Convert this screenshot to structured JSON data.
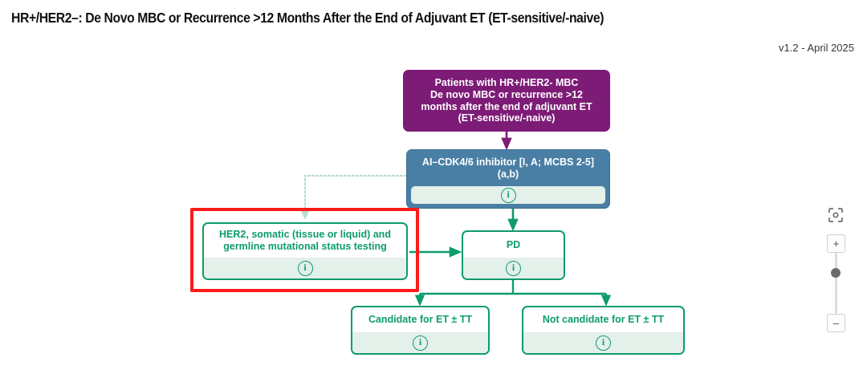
{
  "header": {
    "title": "HR+/HER2–: De Novo MBC or Recurrence >12 Months After the End of Adjuvant ET (ET-sensitive/-naive)",
    "version": "v1.2 - April 2025"
  },
  "diagram": {
    "nodes": {
      "patients": {
        "label": "Patients with HR+/HER2- MBC\nDe novo MBC or recurrence >12\nmonths after the end of adjuvant ET\n(ET-sensitive/-naive)",
        "color": "#7d1c77"
      },
      "ai_cdk": {
        "label": "AI–CDK4/6 inhibitor [I, A; MCBS 2-5]\n(a,b)",
        "color": "#4a7fa5",
        "info": "i"
      },
      "her2_testing": {
        "label": "HER2, somatic (tissue or liquid) and\ngermline mutational status testing",
        "color": "#0e9b6e",
        "info": "i"
      },
      "pd": {
        "label": "PD",
        "color": "#0e9b6e",
        "info": "i"
      },
      "candidate": {
        "label": "Candidate for ET ± TT",
        "color": "#0e9b6e",
        "info": "i"
      },
      "not_candidate": {
        "label": "Not candidate for ET ± TT",
        "color": "#0e9b6e",
        "info": "i"
      }
    },
    "selection": {
      "color": "#ff1a1a",
      "target": "her2_testing"
    },
    "edges": [
      {
        "from": "patients",
        "to": "ai_cdk",
        "style": "solid",
        "color": "#7d1c77"
      },
      {
        "from": "ai_cdk",
        "to": "pd",
        "style": "solid",
        "color": "#0e9b6e"
      },
      {
        "from": "ai_cdk",
        "to": "her2_testing",
        "style": "dotted",
        "color": "#b9dcd0"
      },
      {
        "from": "her2_testing",
        "to": "pd",
        "style": "solid",
        "color": "#0e9b6e"
      },
      {
        "from": "pd",
        "to": "candidate",
        "style": "solid",
        "color": "#0e9b6e"
      },
      {
        "from": "pd",
        "to": "not_candidate",
        "style": "solid",
        "color": "#0e9b6e"
      }
    ]
  },
  "controls": {
    "focus_label": "",
    "zoom_in_label": "+",
    "zoom_out_label": "–"
  }
}
